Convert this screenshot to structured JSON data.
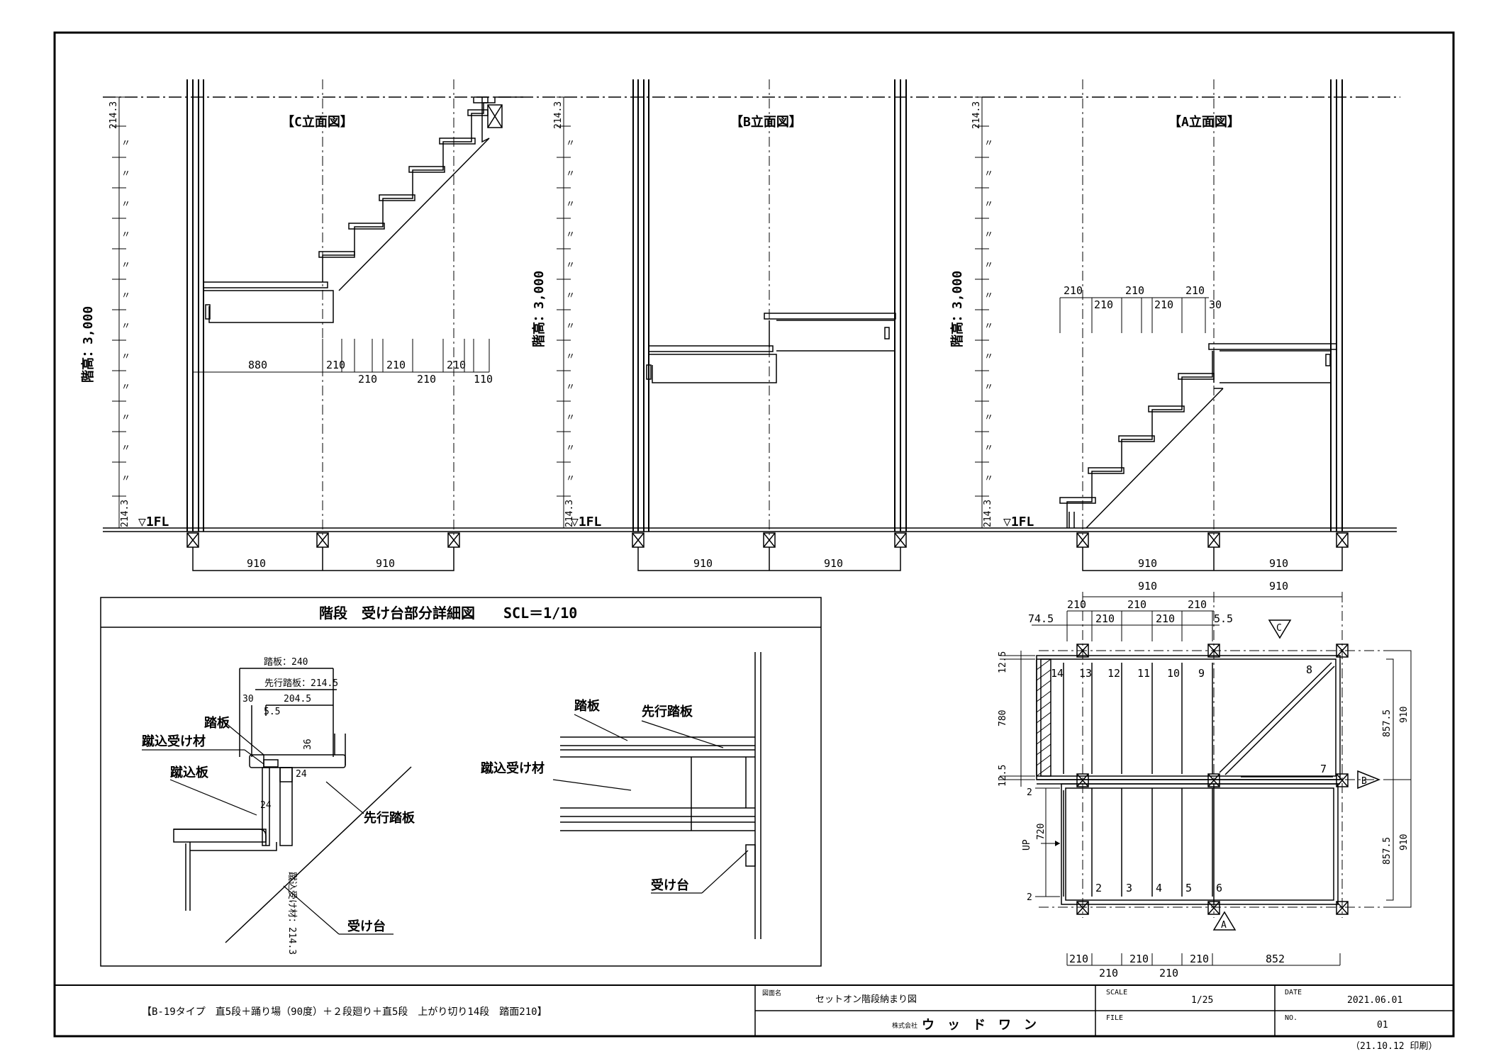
{
  "elevations": {
    "c": {
      "title": "【C立面図】",
      "floor_height": "階高：3,000",
      "top_dim": "214.3",
      "bottom_dim": "214.3",
      "ditto": "〃",
      "fl": "▽1FL",
      "dims_upper": [
        "880",
        "210",
        "210",
        "210"
      ],
      "dims_lower": [
        "210",
        "210",
        "110"
      ],
      "bottom_dims": [
        "910",
        "910"
      ]
    },
    "b": {
      "title": "【B立面図】",
      "floor_height": "階高：3,000",
      "top_dim": "214.3",
      "bottom_dim": "214.3",
      "fl": "▽1FL",
      "bottom_dims": [
        "910",
        "910"
      ]
    },
    "a": {
      "title": "【A立面図】",
      "floor_height": "階高：3,000",
      "top_dim": "214.3",
      "bottom_dim": "214.3",
      "fl": "▽1FL",
      "dims_upper": [
        "210",
        "210",
        "210"
      ],
      "dims_lower": [
        "210",
        "210",
        "30"
      ],
      "bottom_dims": [
        "910",
        "910"
      ]
    }
  },
  "detail": {
    "title": "階段　受け台部分詳細図　　SCL＝1/10",
    "dim_fumiita": "踏板：240",
    "dim_senko": "先行踏板：214.5",
    "dim_30": "30",
    "dim_2045": "204.5",
    "dim_55": "5.5",
    "dim_36": "36",
    "dim_24a": "24",
    "dim_24b": "24",
    "dim_keikomi_uke": "蹴込受け材：214.3",
    "lbl_fumiita": "踏板",
    "lbl_keikomi_uke": "蹴込受け材",
    "lbl_keikomi": "蹴込板",
    "lbl_senko": "先行踏板",
    "lbl_uketai": "受け台",
    "lbl2_fumiita": "踏板",
    "lbl2_senko": "先行踏板",
    "lbl2_keikomi_uke": "蹴込受け材",
    "lbl2_uketai": "受け台"
  },
  "plan": {
    "top_dims_1": [
      "910",
      "910"
    ],
    "top_dims_2": [
      "210",
      "210",
      "210"
    ],
    "top_dims_3": [
      "74.5",
      "210",
      "210",
      "5.5"
    ],
    "left_dims": [
      "12.5",
      "780",
      "12.5"
    ],
    "dim_2a": "2",
    "dim_2b": "2",
    "dim_720": "720",
    "up_label": "UP",
    "right_dims_outer": [
      "910",
      "910"
    ],
    "right_dims_inner": [
      "857.5",
      "857.5"
    ],
    "bottom_dims_1": [
      "210",
      "210",
      "210",
      "852"
    ],
    "bottom_dims_2": [
      "210",
      "210"
    ],
    "step_numbers_top": [
      "14",
      "13",
      "12",
      "11",
      "10",
      "9",
      "8"
    ],
    "step_numbers_bottom": [
      "2",
      "3",
      "4",
      "5",
      "6"
    ],
    "step_7": "7",
    "marker_a": "A",
    "marker_b": "B",
    "marker_c": "C"
  },
  "title_block": {
    "description": "【B-19タイプ　直5段＋踊り場（90度）＋２段廻り＋直5段　上がり切り14段　踏面210】",
    "drawing_name_label": "図面名",
    "drawing_name": "セットオン階段納まり図",
    "company_prefix": "株式会社",
    "company": "ウ　ッ　ド　ワ　ン",
    "scale_label": "SCALE",
    "scale": "1/25",
    "file_label": "FILE",
    "date_label": "DATE",
    "date": "2021.06.01",
    "no_label": "NO.",
    "no": "01",
    "print_date": "（21.10.12 印刷）"
  }
}
